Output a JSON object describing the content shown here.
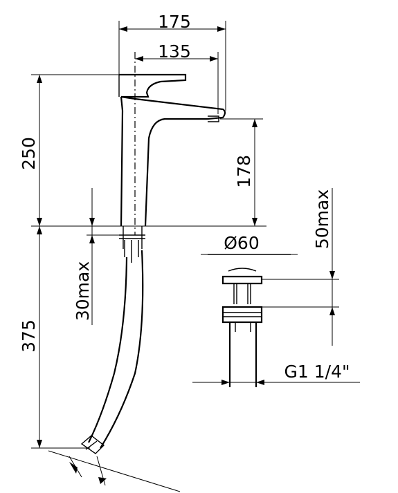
{
  "dimensions": {
    "width_total": "175",
    "width_spout": "135",
    "height_total": "250",
    "height_spout": "178",
    "hose_length": "375",
    "deck_thickness": "30max",
    "waste_diameter": "Ø60",
    "waste_height": "50max",
    "waste_thread": "G1 1/4\""
  }
}
